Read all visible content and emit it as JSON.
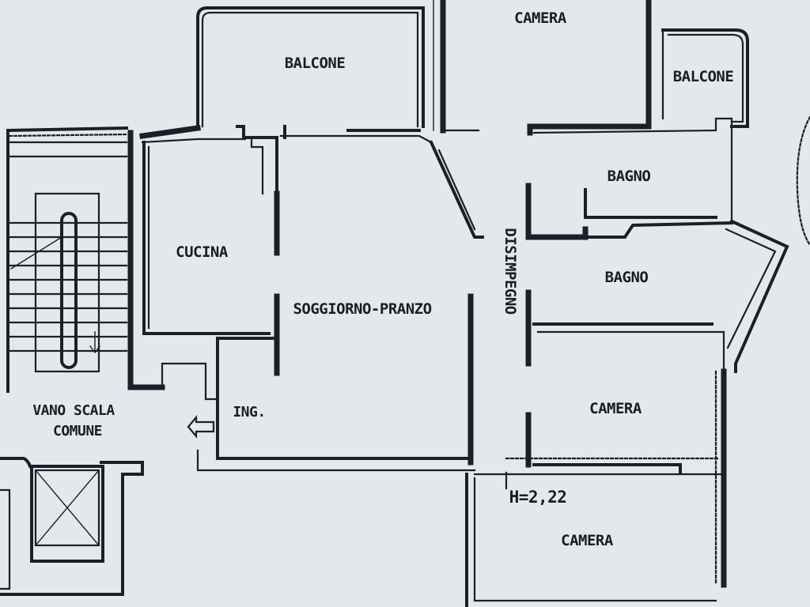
{
  "floorplan": {
    "rooms": {
      "balcone_top": "BALCONE",
      "camera_top": "CAMERA",
      "balcone_right": "BALCONE",
      "bagno_1": "BAGNO",
      "bagno_2": "BAGNO",
      "cucina": "CUCINA",
      "soggiorno": "SOGGIORNO-PRANZO",
      "disimpegno": "DISIMPEGNO",
      "camera_mid": "CAMERA",
      "ingresso": "ING.",
      "vano_scala_1": "VANO SCALA",
      "vano_scala_2": "COMUNE",
      "camera_bottom": "CAMERA"
    },
    "height_note": "H=2,22",
    "colors": {
      "paper": "#e9ecef",
      "ink": "#1c1f27"
    }
  }
}
